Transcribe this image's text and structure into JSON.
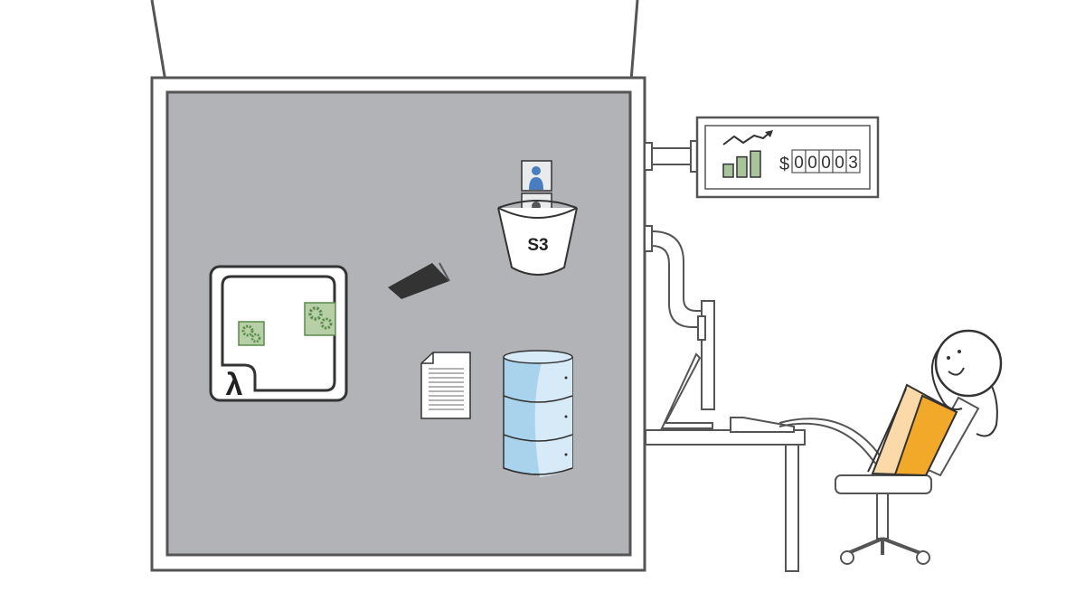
{
  "s3_bucket": {
    "label": "S3"
  },
  "lambda": {
    "symbol": "λ"
  },
  "dashboard": {
    "currency_symbol": "$",
    "counter_digits": [
      "0",
      "0",
      "0",
      "0",
      "3"
    ],
    "bar_levels": [
      0.45,
      0.7,
      0.9
    ]
  },
  "colors": {
    "box_fill": "#b2b3b7",
    "outline": "#333333",
    "frame": "#555555",
    "gear_green": "#5a8a4a",
    "gear_bg": "#b7cfa6",
    "bar_green": "#a9c39a",
    "db_blue": "#a9d2ec",
    "db_blue_light": "#d6eaf8",
    "person_blue": "#4a7cc0",
    "shirt_orange": "#f2a829",
    "shirt_light": "#fbd9a8",
    "white": "#ffffff"
  }
}
